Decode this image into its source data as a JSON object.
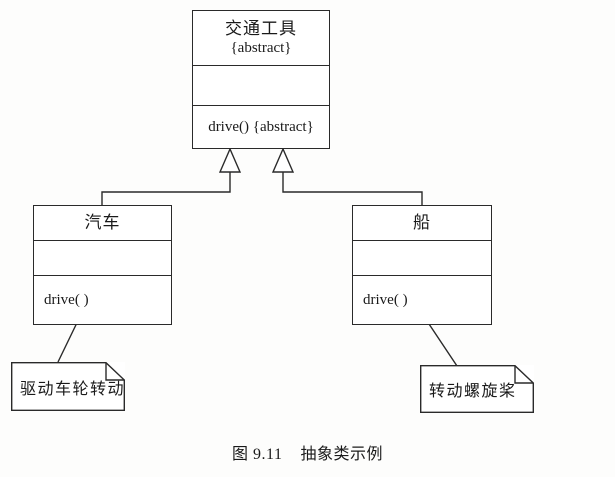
{
  "figure": {
    "caption_number": "图 9.11",
    "caption_title": "抽象类示例",
    "caption_full": "图 9.11    抽象类示例",
    "diagram_type": "UML class diagram",
    "background_color": "#fdfdfc",
    "line_color": "#2a2a2a"
  },
  "classes": {
    "parent": {
      "name": "交通工具",
      "stereotype": "{abstract}",
      "attributes": "",
      "operations": "drive() {abstract}"
    },
    "child_left": {
      "name": "汽车",
      "attributes": "",
      "operations": "drive( )"
    },
    "child_right": {
      "name": "船",
      "attributes": "",
      "operations": "drive( )"
    }
  },
  "notes": {
    "left": {
      "text": "驱动车轮转动"
    },
    "right": {
      "text": "转动螺旋桨"
    }
  },
  "relationships": {
    "generalization_left": "汽车 → 交通工具",
    "generalization_right": "船 → 交通工具",
    "note_link_left": "驱动车轮转动 → 汽车::drive( )",
    "note_link_right": "转动螺旋桨 → 船::drive( )"
  }
}
